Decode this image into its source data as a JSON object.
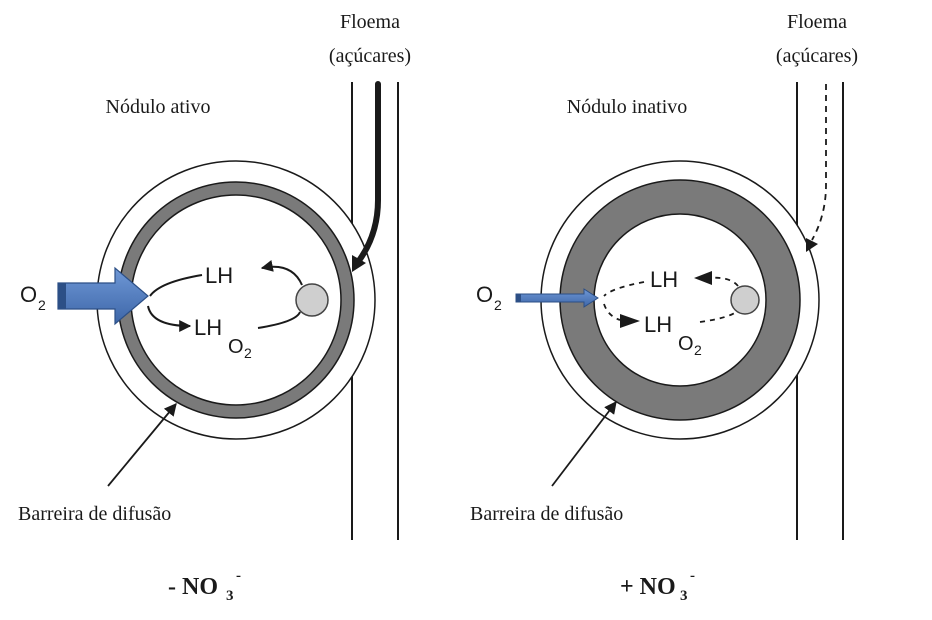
{
  "left_panel": {
    "phloem_line1": "Floema",
    "phloem_line2": "(açúcares)",
    "nodule_label": "Nódulo ativo",
    "barrier_label": "Barreira de difusão",
    "o2_label": "O",
    "o2_sub": "2",
    "lh_label": "LH",
    "lho2_label": "LH",
    "lho2_sub": "O",
    "lho2_sub2": "2",
    "condition_sign": "- NO",
    "condition_sub": "3",
    "condition_sup": "-"
  },
  "right_panel": {
    "phloem_line1": "Floema",
    "phloem_line2": "(açúcares)",
    "nodule_label": "Nódulo inativo",
    "barrier_label": "Barreira de difusão",
    "o2_label": "O",
    "o2_sub": "2",
    "lh_label": "LH",
    "lho2_label": "LH",
    "lho2_sub": "O",
    "lho2_sub2": "2",
    "condition_sign": "+ NO",
    "condition_sub": "3",
    "condition_sup": "-"
  },
  "colors": {
    "barrier": "#7a7a7a",
    "o2_arrow": "#4a76b8",
    "o2_arrow_dark": "#2c4f86",
    "cell_dot": "#cfcfcf",
    "line": "#1a1a1a"
  }
}
